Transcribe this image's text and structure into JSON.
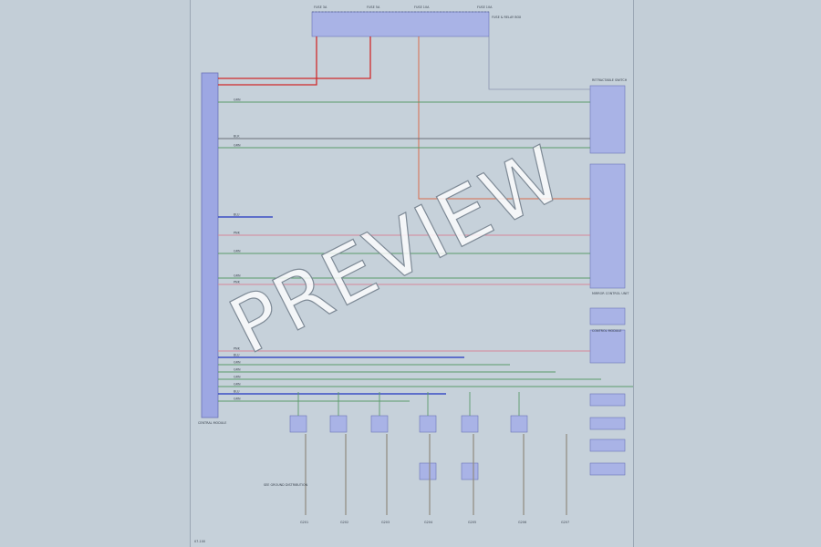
{
  "watermark": "PREVIEW",
  "top_fuses": [
    "FUSE 3A",
    "FUSE 5A",
    "FUSE 10A",
    "FUSE 10A"
  ],
  "top_right_label": "FUSE & RELAY BOX",
  "left_module": "CENTRAL MODULE",
  "left_wires": [
    "RED",
    "RED",
    "GRN",
    "BLK",
    "GRN",
    "BLU",
    "PNK",
    "GRN",
    "GRN",
    "PNK",
    "PNK",
    "BLU",
    "GRN",
    "GRN",
    "GRN",
    "GRN",
    "BLU",
    "GRN"
  ],
  "right_components": [
    "RETRACTABLE SWITCH",
    "MIRROR CONTROL UNIT",
    "CONTROL MODULE"
  ],
  "ground_labels": [
    "G201",
    "G202",
    "G203",
    "G204",
    "G205",
    "G206",
    "G207"
  ],
  "bottom_note": "SEE GROUND DISTRIBUTION",
  "page_number": "07-100"
}
